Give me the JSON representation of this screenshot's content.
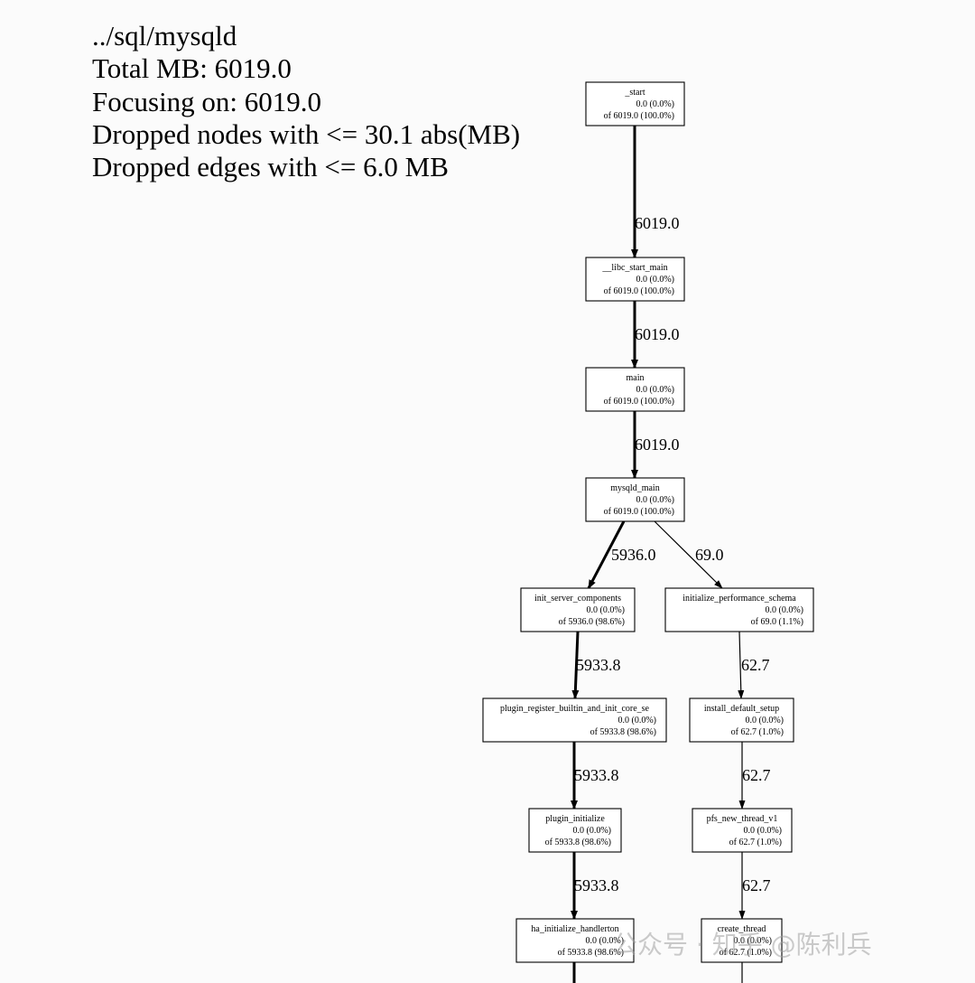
{
  "header": {
    "program": "../sql/mysqld",
    "total": "Total MB: 6019.0",
    "focusing": "Focusing on: 6019.0",
    "dropped_nodes": "Dropped nodes with <= 30.1 abs(MB)",
    "dropped_edges": "Dropped edges with <= 6.0 MB"
  },
  "nodes": [
    {
      "id": "start",
      "name": "_start",
      "flat": "0.0 (0.0%)",
      "cum": "of 6019.0 (100.0%)"
    },
    {
      "id": "libc",
      "name": "__libc_start_main",
      "flat": "0.0 (0.0%)",
      "cum": "of 6019.0 (100.0%)"
    },
    {
      "id": "main",
      "name": "main",
      "flat": "0.0 (0.0%)",
      "cum": "of 6019.0 (100.0%)"
    },
    {
      "id": "mysqld_main",
      "name": "mysqld_main",
      "flat": "0.0 (0.0%)",
      "cum": "of 6019.0 (100.0%)"
    },
    {
      "id": "isc",
      "name": "init_server_components",
      "flat": "0.0 (0.0%)",
      "cum": "of 5936.0 (98.6%)"
    },
    {
      "id": "ips",
      "name": "initialize_performance_schema",
      "flat": "0.0 (0.0%)",
      "cum": "of 69.0 (1.1%)"
    },
    {
      "id": "prb",
      "name": "plugin_register_builtin_and_init_core_se",
      "flat": "0.0 (0.0%)",
      "cum": "of 5933.8 (98.6%)"
    },
    {
      "id": "ids",
      "name": "install_default_setup",
      "flat": "0.0 (0.0%)",
      "cum": "of 62.7 (1.0%)"
    },
    {
      "id": "pi",
      "name": "plugin_initialize",
      "flat": "0.0 (0.0%)",
      "cum": "of 5933.8 (98.6%)"
    },
    {
      "id": "pnt",
      "name": "pfs_new_thread_v1",
      "flat": "0.0 (0.0%)",
      "cum": "of 62.7 (1.0%)"
    },
    {
      "id": "hih",
      "name": "ha_initialize_handlerton",
      "flat": "0.0 (0.0%)",
      "cum": "of 5933.8 (98.6%)"
    },
    {
      "id": "ct",
      "name": "create_thread",
      "flat": "0.0 (0.0%)",
      "cum": "of 62.7 (1.0%)"
    }
  ],
  "edges": [
    {
      "from": "start",
      "to": "libc",
      "label": "6019.0",
      "heavy": true
    },
    {
      "from": "libc",
      "to": "main",
      "label": "6019.0",
      "heavy": true
    },
    {
      "from": "main",
      "to": "mysqld_main",
      "label": "6019.0",
      "heavy": true
    },
    {
      "from": "mysqld_main",
      "to": "isc",
      "label": "5936.0",
      "heavy": true
    },
    {
      "from": "mysqld_main",
      "to": "ips",
      "label": "69.0",
      "heavy": false
    },
    {
      "from": "isc",
      "to": "prb",
      "label": "5933.8",
      "heavy": true
    },
    {
      "from": "ips",
      "to": "ids",
      "label": "62.7",
      "heavy": false
    },
    {
      "from": "prb",
      "to": "pi",
      "label": "5933.8",
      "heavy": true
    },
    {
      "from": "ids",
      "to": "pnt",
      "label": "62.7",
      "heavy": false
    },
    {
      "from": "pi",
      "to": "hih",
      "label": "5933.8",
      "heavy": true
    },
    {
      "from": "pnt",
      "to": "ct",
      "label": "62.7",
      "heavy": false
    }
  ],
  "watermark": "公众号 · 知乎 @陈利兵"
}
